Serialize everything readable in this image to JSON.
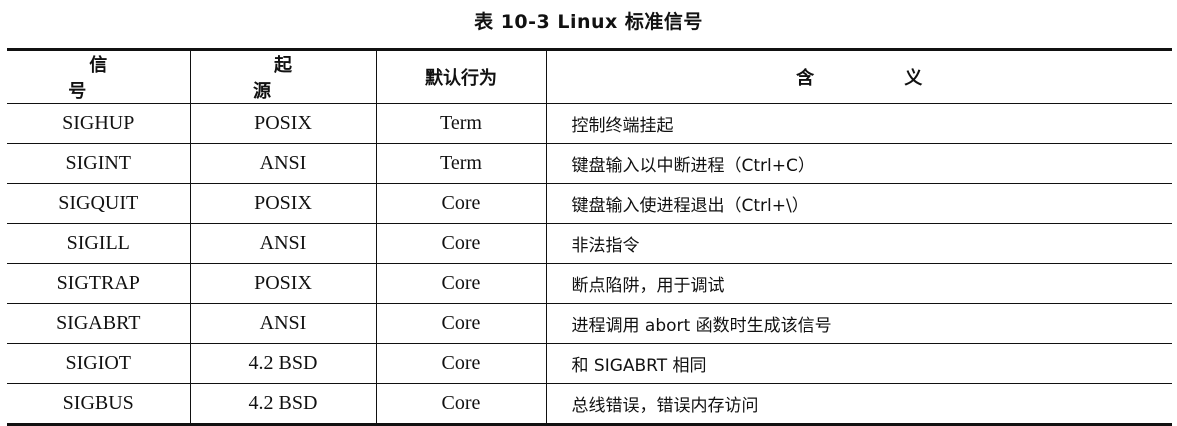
{
  "caption": "表 10-3   Linux 标准信号",
  "headers": {
    "signal": "信 号",
    "origin": "起 源",
    "default_action": "默认行为",
    "meaning": "含 义"
  },
  "rows": [
    {
      "signal": "SIGHUP",
      "origin": "POSIX",
      "action": "Term",
      "meaning": "控制终端挂起"
    },
    {
      "signal": "SIGINT",
      "origin": "ANSI",
      "action": "Term",
      "meaning": "键盘输入以中断进程（Ctrl+C）"
    },
    {
      "signal": "SIGQUIT",
      "origin": "POSIX",
      "action": "Core",
      "meaning": "键盘输入使进程退出（Ctrl+\\）"
    },
    {
      "signal": "SIGILL",
      "origin": "ANSI",
      "action": "Core",
      "meaning": "非法指令"
    },
    {
      "signal": "SIGTRAP",
      "origin": "POSIX",
      "action": "Core",
      "meaning": "断点陷阱，用于调试"
    },
    {
      "signal": "SIGABRT",
      "origin": "ANSI",
      "action": "Core",
      "meaning": "进程调用 abort 函数时生成该信号"
    },
    {
      "signal": "SIGIOT",
      "origin": "4.2 BSD",
      "action": "Core",
      "meaning": "和 SIGABRT 相同"
    },
    {
      "signal": "SIGBUS",
      "origin": "4.2 BSD",
      "action": "Core",
      "meaning": "总线错误，错误内存访问"
    }
  ]
}
